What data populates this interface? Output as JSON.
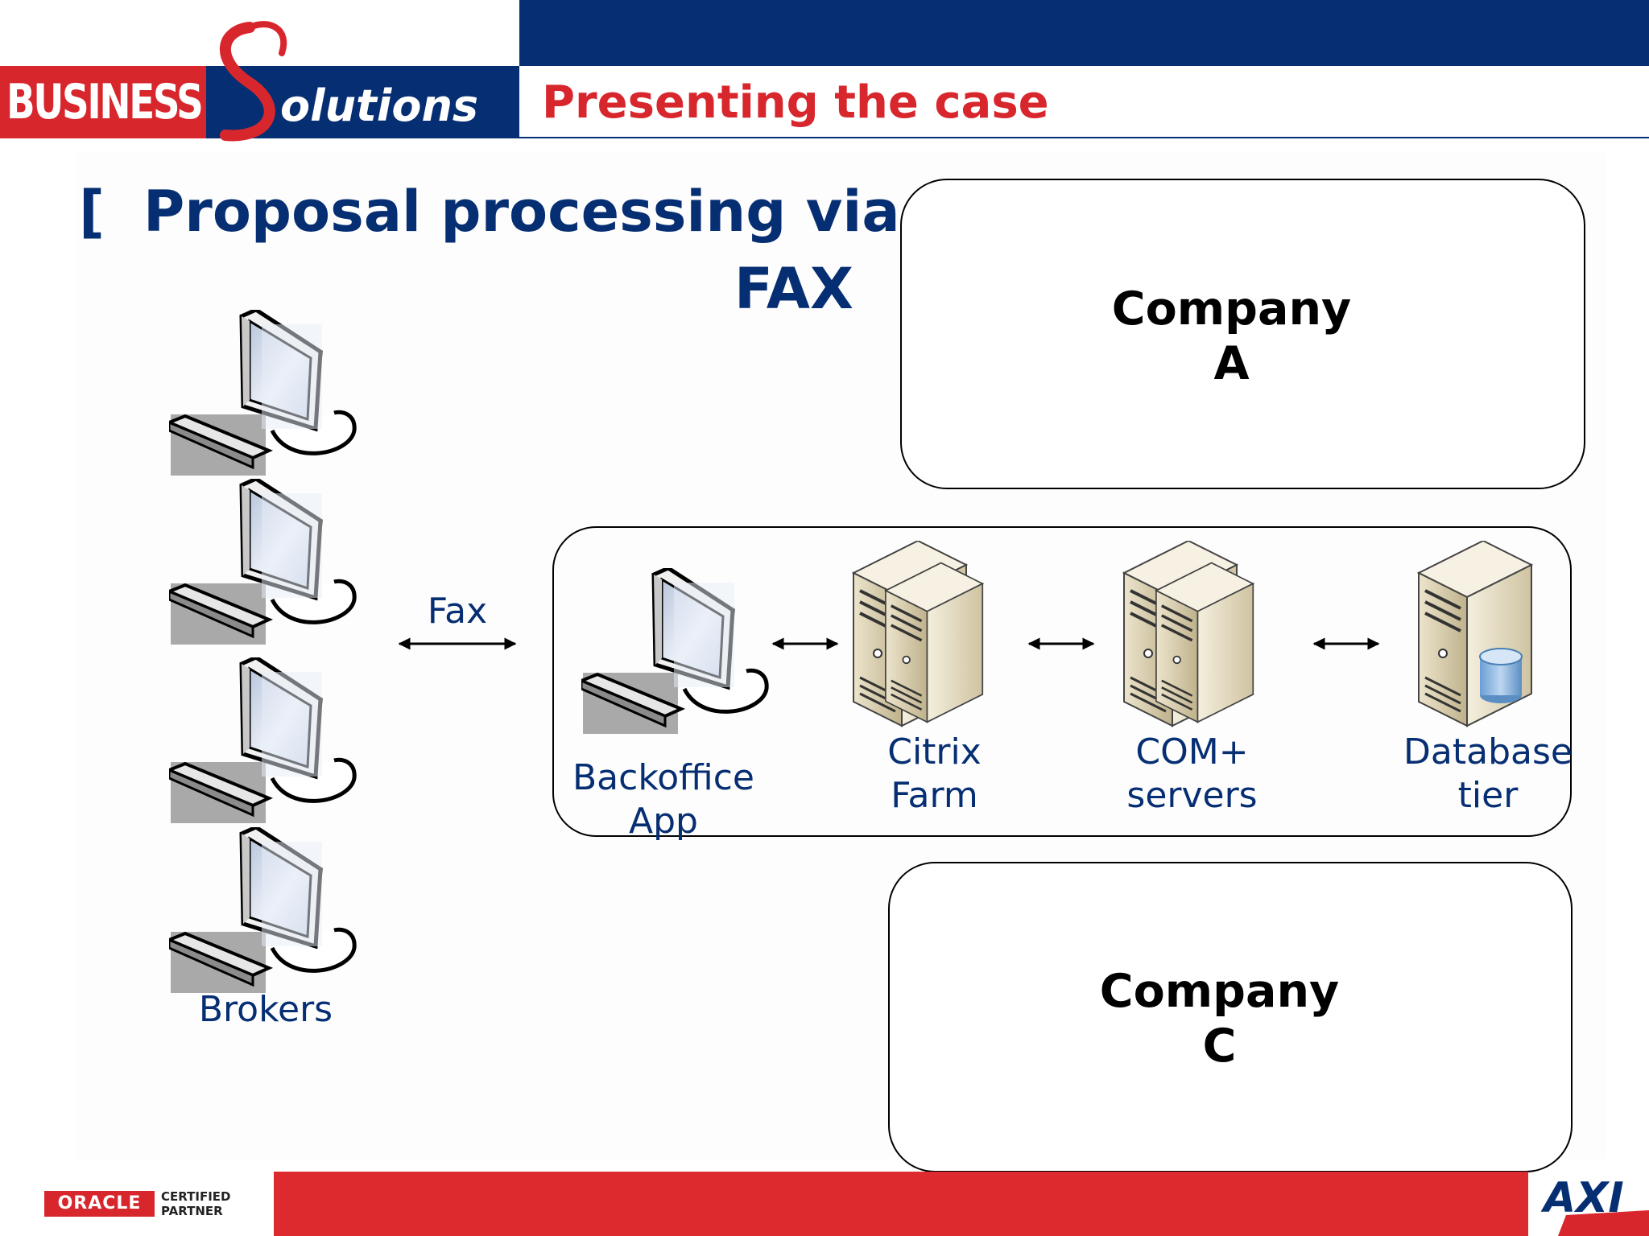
{
  "header": {
    "logo_business": "BUSINESS",
    "logo_solutions": "olutions",
    "title": "Presenting the case"
  },
  "slide": {
    "bullet": "[",
    "title_line1": "Proposal processing via",
    "title_line2": "FAX"
  },
  "diagram": {
    "company_a": [
      "Company",
      "A"
    ],
    "company_c": [
      "Company",
      "C"
    ],
    "fax_label": "Fax",
    "backoffice_label": [
      "Backoffice",
      "App"
    ],
    "citrix_label": [
      "Citrix",
      "Farm"
    ],
    "complus_label": [
      "COM+",
      "servers"
    ],
    "database_label": [
      "Database",
      "tier"
    ],
    "brokers_label": "Brokers"
  },
  "footer": {
    "oracle_logo": "ORACLE",
    "oracle_cert_line1": "CERTIFIED",
    "oracle_cert_line2": "PARTNER",
    "axi_logo": "AXI"
  },
  "colors": {
    "brand_navy": "#062e72",
    "brand_red": "#d8262d",
    "footer_red": "#dc2a2f"
  }
}
